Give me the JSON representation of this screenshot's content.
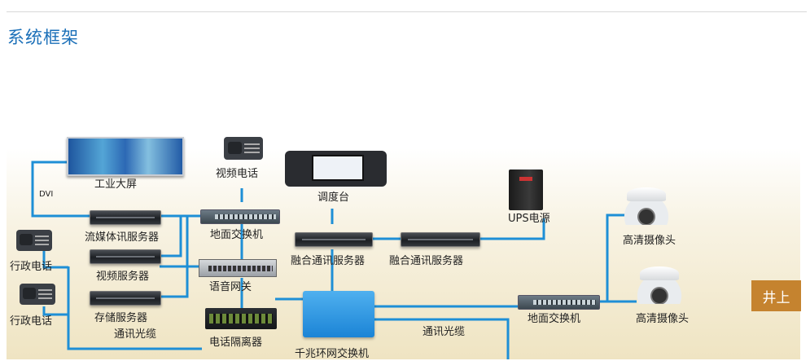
{
  "header": {
    "title": "系统框架"
  },
  "diagram": {
    "labels": {
      "big_screen": "工业大屏",
      "dvi": "DVI",
      "video_phone": "视频电话",
      "dispatch_console": "调度台",
      "ups": "UPS电源",
      "streaming_server": "流媒体讯服务器",
      "ground_switch_1": "地面交换机",
      "fusion_server_1": "融合通讯服务器",
      "fusion_server_2": "融合通讯服务器",
      "hd_camera_1": "高清摄像头",
      "admin_phone_1": "行政电话",
      "video_server": "视频服务器",
      "voice_gateway": "语音网关",
      "ground_switch_2": "地面交换机",
      "hd_camera_2": "高清摄像头",
      "admin_phone_2": "行政电话",
      "storage_server": "存储服务器",
      "fiber_cable_1": "通讯光缆",
      "phone_isolator": "电话隔离器",
      "fiber_cable_2": "通讯光缆",
      "ring_switch": "千兆环网交换机"
    },
    "underground_button": "井上",
    "colors": {
      "line": "#1e8fd6",
      "title": "#1a6fb8",
      "badge": "#c5832f"
    }
  }
}
